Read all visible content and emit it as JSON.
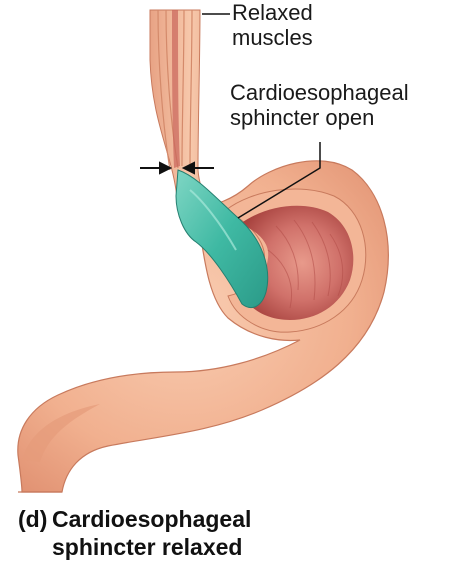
{
  "labels": {
    "relaxed_muscles": "Relaxed\nmuscles",
    "sphincter_open": "Cardioesophageal\nsphincter open"
  },
  "caption": {
    "letter": "(d)",
    "line1": "Cardioesophageal",
    "line2": "sphincter relaxed"
  },
  "colors": {
    "tissue_light": "#f6c2a4",
    "tissue_mid": "#eea583",
    "tissue_dark": "#d97a5c",
    "interior": "#c85a55",
    "sphincter": "#3fb9a3",
    "outline": "#1a1a1a"
  }
}
